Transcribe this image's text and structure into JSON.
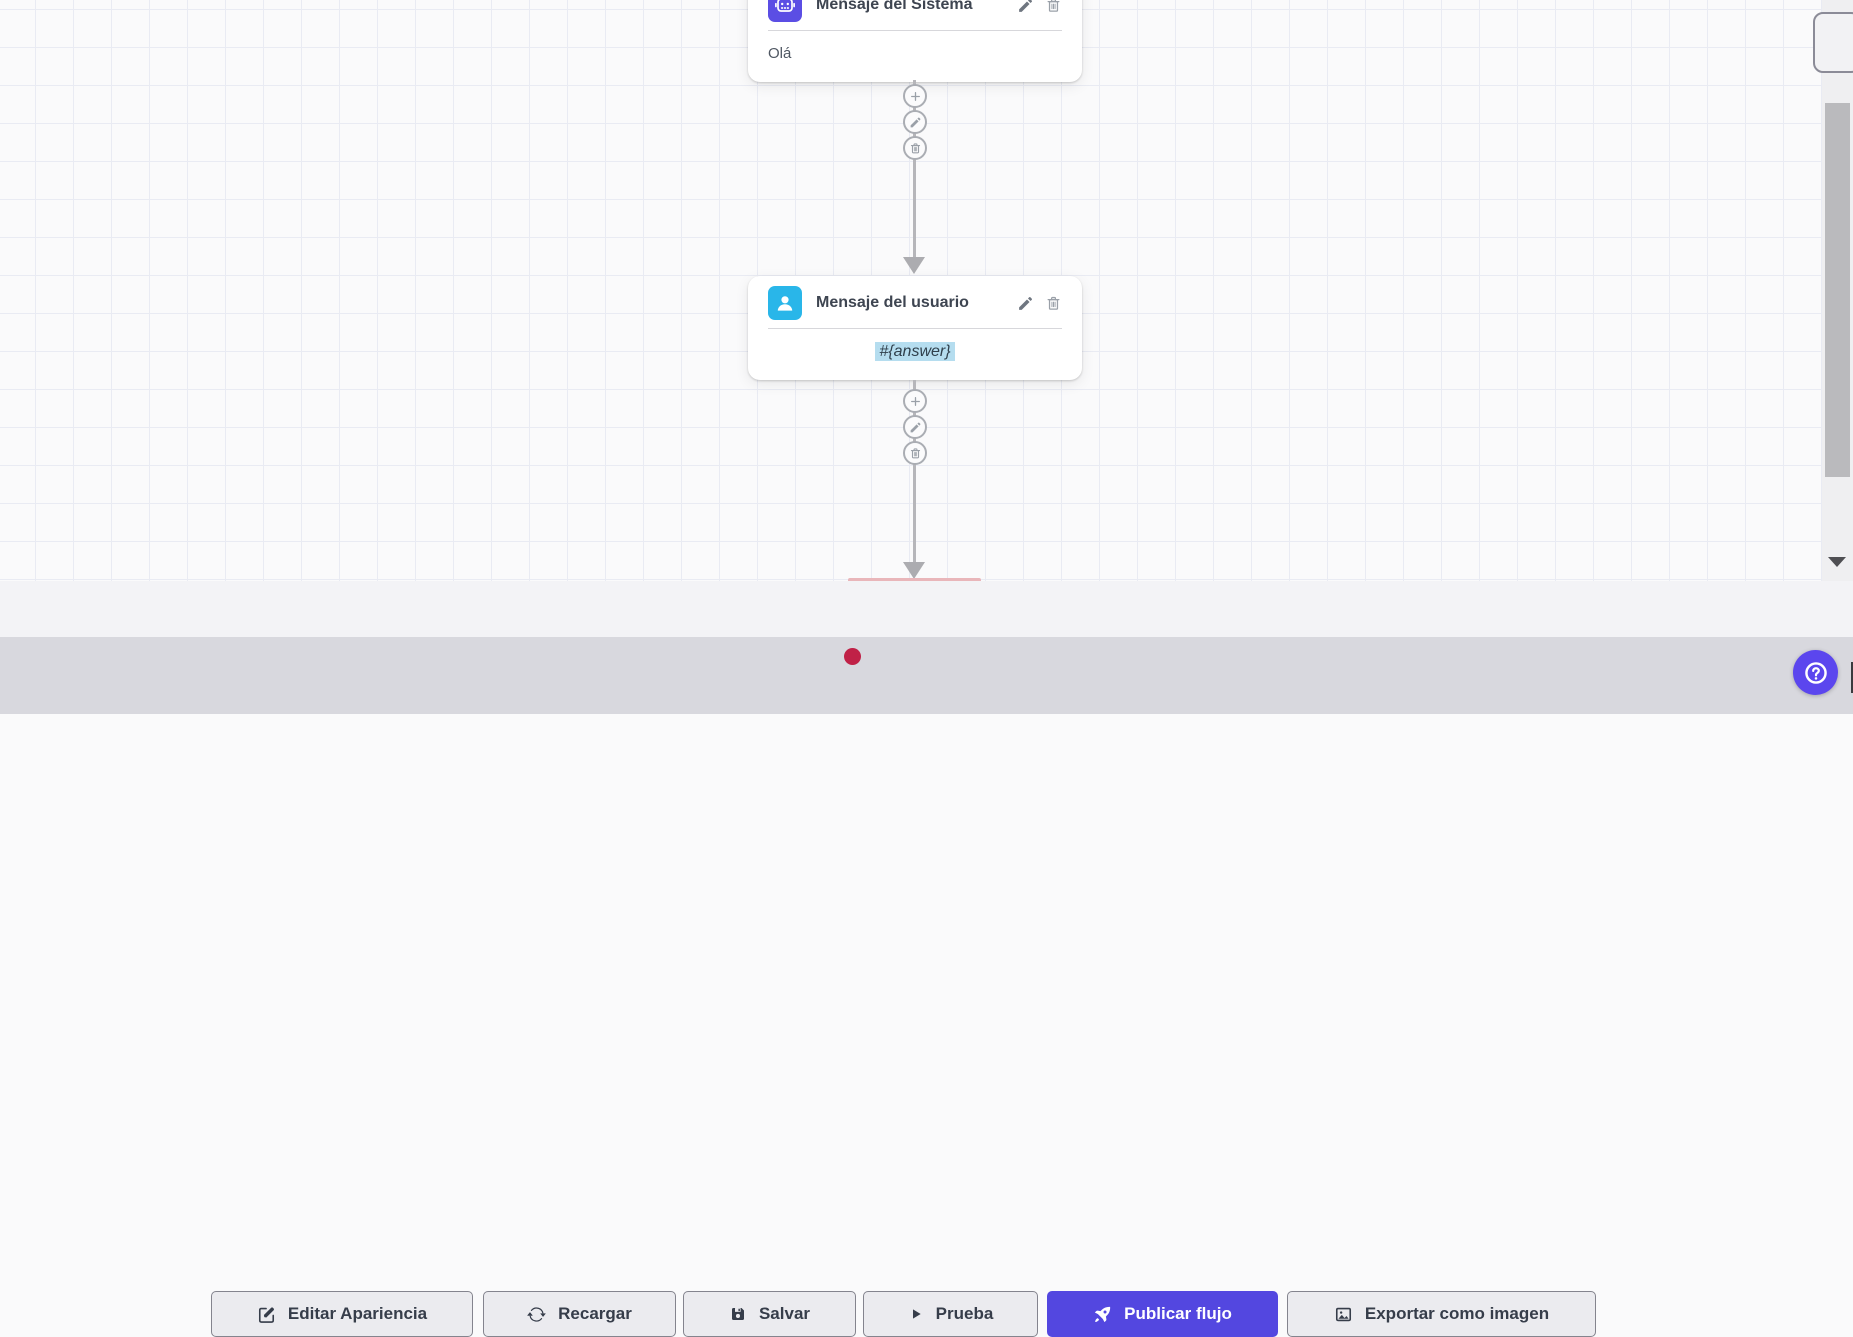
{
  "flow": {
    "nodes": [
      {
        "icon": "robot-icon",
        "title": "Mensaje del Sistema",
        "content": "Olá"
      },
      {
        "icon": "user-icon",
        "title": "Mensaje del usuario",
        "content": "#{answer}"
      }
    ],
    "node_actions": {
      "edit": "pencil-icon",
      "delete": "trash-icon"
    },
    "connector_actions": [
      "plus-icon",
      "pencil-icon",
      "trash-icon"
    ]
  },
  "toolbar": {
    "buttons": [
      {
        "label": "Editar Apariencia",
        "icon": "edit-square-icon"
      },
      {
        "label": "Recargar",
        "icon": "refresh-icon"
      },
      {
        "label": "Salvar",
        "icon": "save-icon",
        "unsaved_badge": true
      },
      {
        "label": "Prueba",
        "icon": "play-icon"
      },
      {
        "label": "Publicar flujo",
        "icon": "rocket-icon",
        "primary": true
      },
      {
        "label": "Exportar como imagen",
        "icon": "image-icon"
      }
    ]
  },
  "help": {
    "icon": "question-circle-icon"
  },
  "colors": {
    "system_node_icon_bg": "#5b4ee4",
    "user_node_icon_bg": "#29b6e9",
    "primary_button_bg": "#5347e0",
    "unsaved_badge": "#c02147",
    "help_button_bg": "#5b46ee",
    "variable_highlight": "#b5ddef",
    "toolbar_bg": "#d8d8de",
    "canvas_grid_line": "#e9ebf3"
  }
}
